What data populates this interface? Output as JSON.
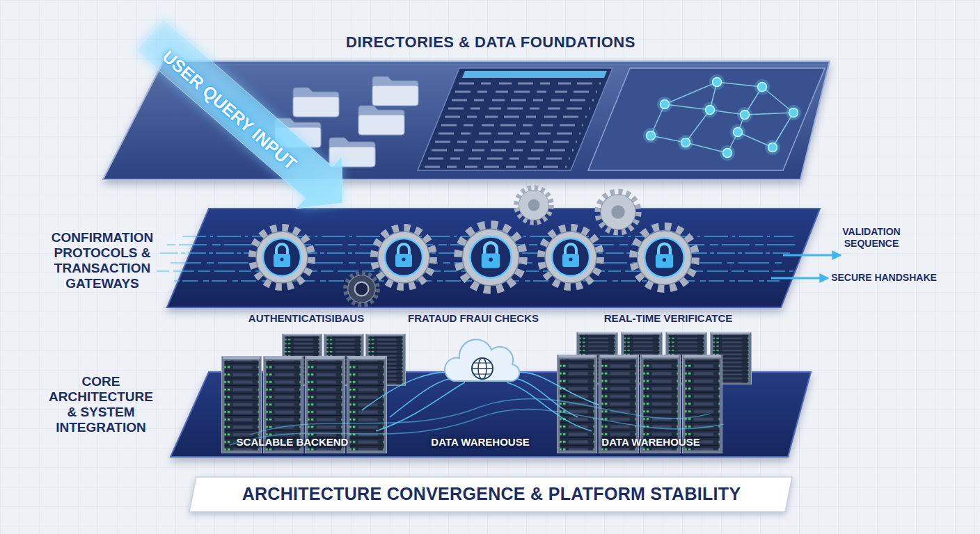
{
  "diagram": {
    "nodes": [
      {
        "text": [
          "DIRECTORIES & DATA FOUNDATIONS"
        ]
      },
      {
        "text": [
          "CONFIRMATION PROTOCOLS & TRANSACTION GATEWAYS"
        ]
      },
      {
        "text": [
          "CORE ARCHITECTURE & SYSTEM INTEGRATION"
        ]
      },
      {
        "text": [
          "ARCHITECTURE CONVERGENCE & PLATFORM STABILITY"
        ]
      }
    ],
    "labels": [
      "USER QUERY INPUT",
      "VALIDATION SEQUENCE",
      "SECURE HANDSHAKE",
      "AUTHENTICATISIBAUS",
      "FRATAUD FRAUI CHECKS",
      "REAL-TIME VERIFICATCE",
      "SCALABLE BACKEND",
      "DATA WAREHOUSE",
      "DATA WAREHOUSE"
    ]
  }
}
